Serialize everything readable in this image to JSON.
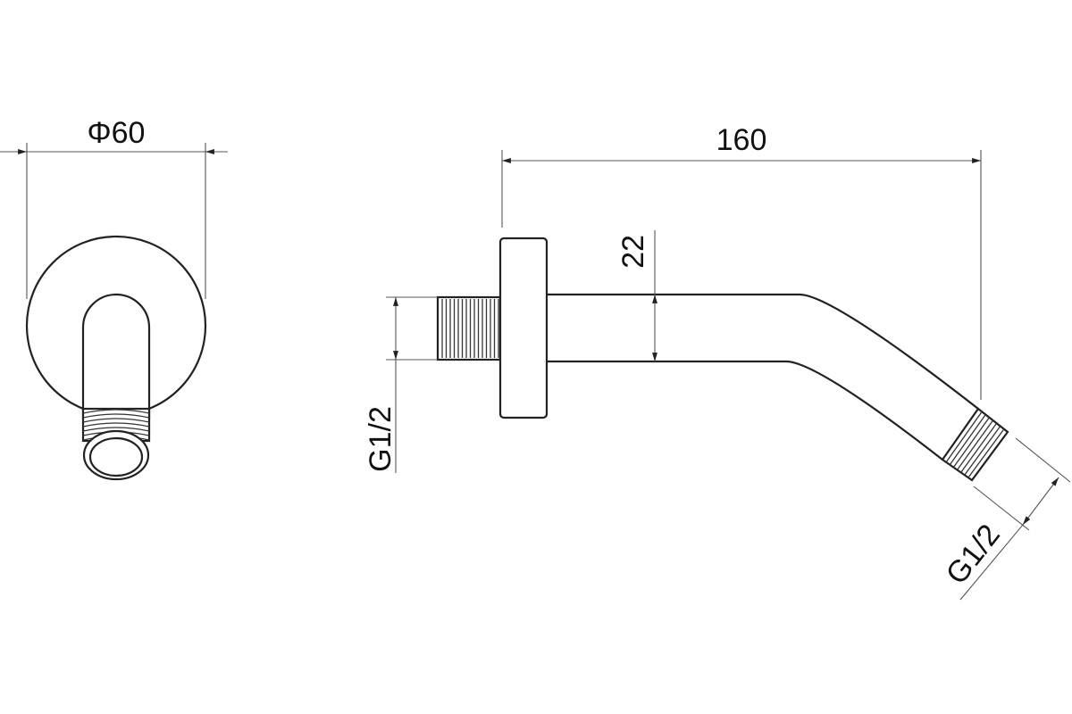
{
  "drawing": {
    "front_view": {
      "diameter_label": "Φ60"
    },
    "side_view": {
      "length_label": "160",
      "pipe_diameter_label": "22",
      "inlet_thread_label": "G1/2",
      "outlet_thread_label": "G1/2"
    }
  }
}
